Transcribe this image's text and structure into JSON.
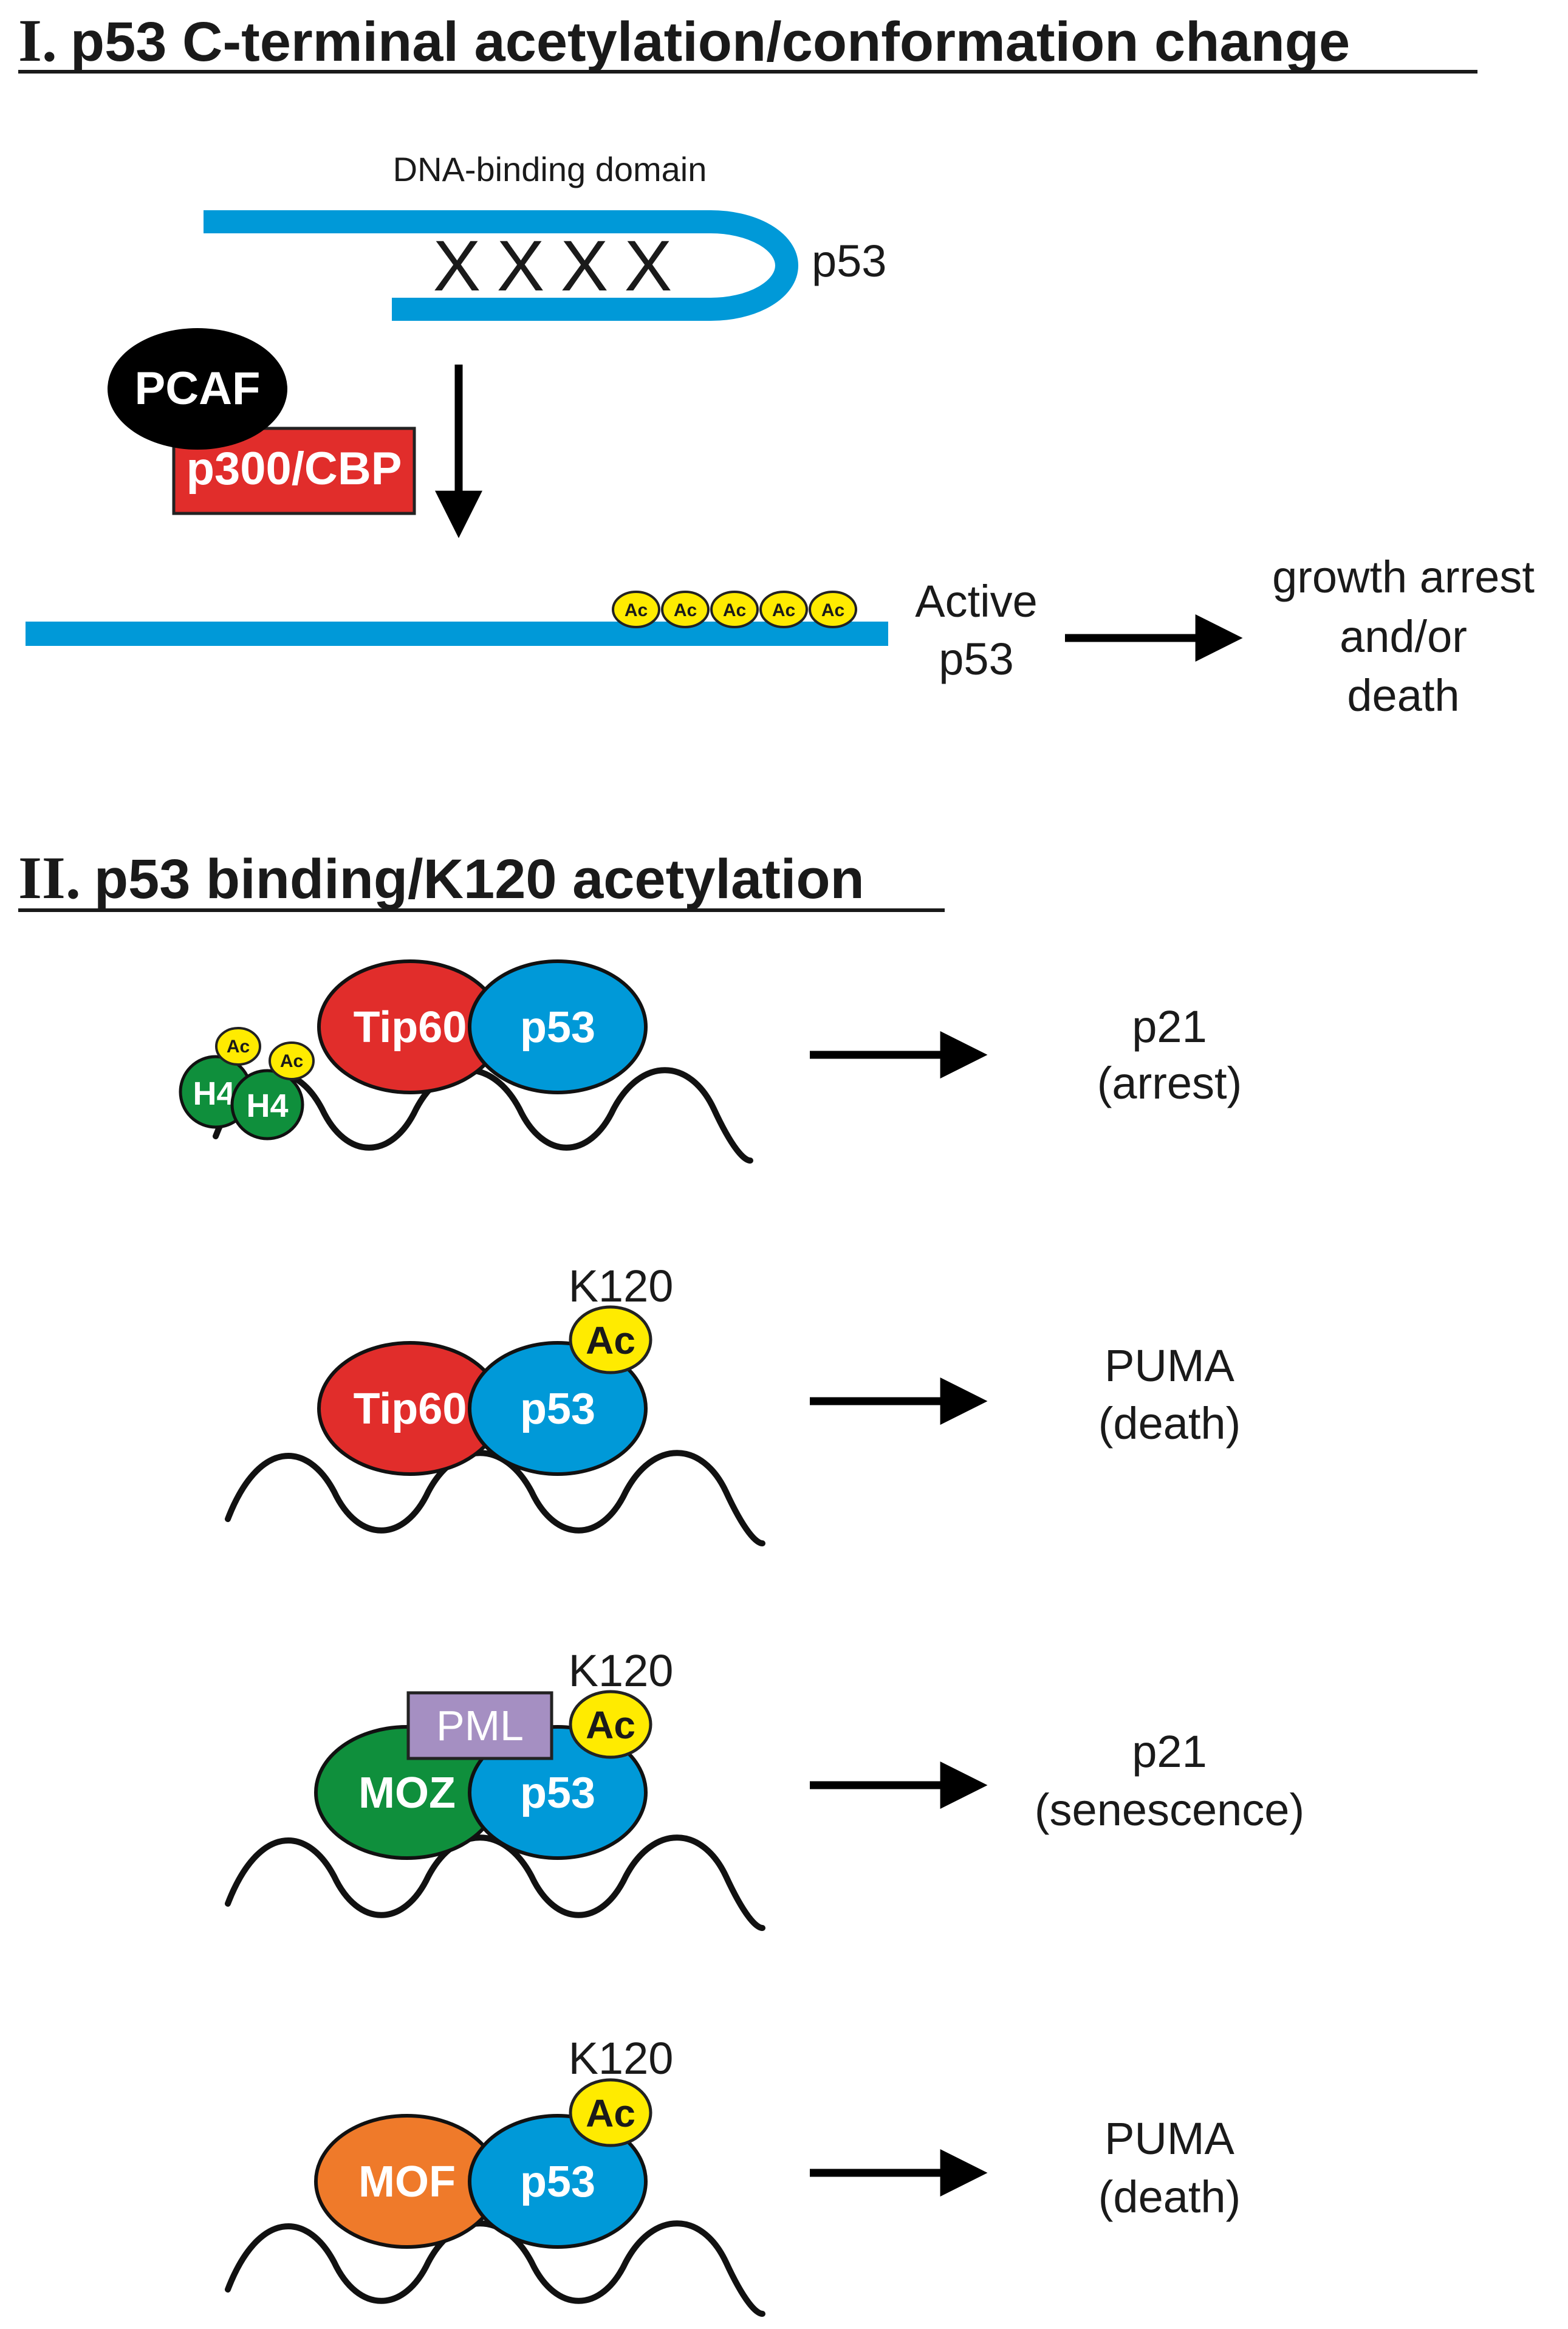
{
  "colors": {
    "p53_blue": "#0099d8",
    "tip60_red": "#e12d2b",
    "moz_green": "#0f8f3c",
    "mof_orange": "#ef7a2a",
    "pml_purple": "#a58fc2",
    "ac_yellow": "#ffeb00",
    "pcaf_black": "#000000"
  },
  "section1": {
    "number": "I.",
    "title": "p53 C-terminal acetylation/conformation change",
    "dna_binding_domain": "DNA-binding domain",
    "p53_label": "p53",
    "x_marks": [
      "X",
      "X",
      "X",
      "X"
    ],
    "pcaf": "PCAF",
    "p300": "p300/CBP",
    "ac_marks": [
      "Ac",
      "Ac",
      "Ac",
      "Ac",
      "Ac"
    ],
    "active_line1": "Active",
    "active_line2": "p53",
    "outcome_line1": "growth arrest",
    "outcome_line2": "and/or",
    "outcome_line3": "death"
  },
  "section2": {
    "number": "II.",
    "title": "p53 binding/K120 acetylation",
    "rows": [
      {
        "hat": "Tip60",
        "p53": "p53",
        "histone_left": "H4",
        "histone_right": "H4",
        "histone_ac_left": "Ac",
        "histone_ac_right": "Ac",
        "outcome_line1": "p21",
        "outcome_line2": "(arrest)"
      },
      {
        "hat": "Tip60",
        "p53": "p53",
        "site": "K120",
        "ac": "Ac",
        "outcome_line1": "PUMA",
        "outcome_line2": "(death)"
      },
      {
        "hat": "MOZ",
        "cofactor": "PML",
        "p53": "p53",
        "site": "K120",
        "ac": "Ac",
        "outcome_line1": "p21",
        "outcome_line2": "(senescence)"
      },
      {
        "hat": "MOF",
        "p53": "p53",
        "site": "K120",
        "ac": "Ac",
        "outcome_line1": "PUMA",
        "outcome_line2": "(death)"
      }
    ]
  }
}
